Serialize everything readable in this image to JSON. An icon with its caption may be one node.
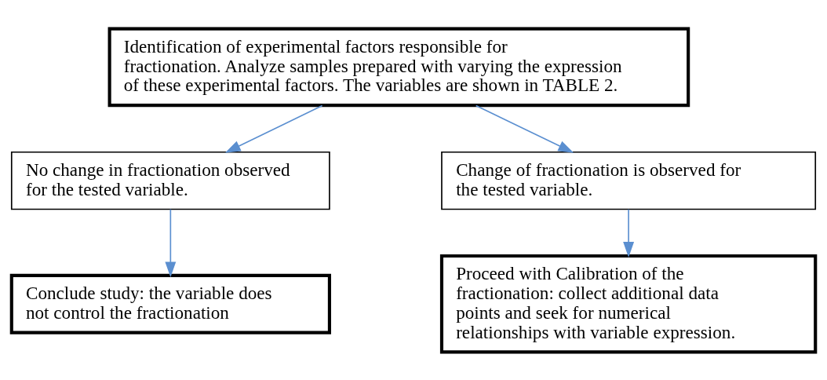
{
  "diagram": {
    "nodes": [
      {
        "text": [
          "Identification of experimental factors responsible for fractionation. Analyze samples prepared with varying the expression of these experimental factors. The variables are shown in TABLE 2."
        ]
      },
      {
        "text": [
          "No change in fractionation observed for the tested variable."
        ]
      },
      {
        "text": [
          "Change of fractionation is observed for the tested variable."
        ]
      },
      {
        "text": [
          "Conclude study: the variable does not control the fractionation"
        ]
      },
      {
        "text": [
          "Proceed with Calibration of the fractionation: collect additional data points and seek for numerical relationships with variable expression."
        ]
      }
    ],
    "edges": [
      {
        "from": 0,
        "to": 1,
        "arrow": "to"
      },
      {
        "from": 0,
        "to": 2,
        "arrow": "to"
      },
      {
        "from": 1,
        "to": 3,
        "arrow": "to"
      },
      {
        "from": 2,
        "to": 4,
        "arrow": "to"
      }
    ]
  }
}
